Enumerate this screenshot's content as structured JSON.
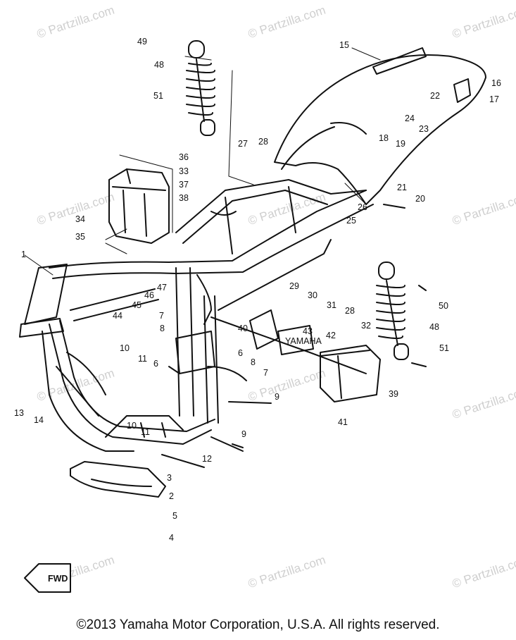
{
  "watermark": "© Partzilla.com",
  "copyright": "©2013  Yamaha Motor Corporation, U.S.A. All rights reserved.",
  "fwd_label": "FWD",
  "decal_text": "YAMAHA",
  "callouts": [
    "1",
    "2",
    "3",
    "4",
    "5",
    "6",
    "6",
    "7",
    "7",
    "8",
    "8",
    "9",
    "9",
    "10",
    "10",
    "11",
    "11",
    "12",
    "13",
    "14",
    "15",
    "16",
    "17",
    "18",
    "19",
    "20",
    "21",
    "22",
    "23",
    "24",
    "25",
    "26",
    "27",
    "28",
    "28",
    "29",
    "30",
    "31",
    "32",
    "33",
    "34",
    "35",
    "36",
    "37",
    "38",
    "39",
    "40",
    "41",
    "42",
    "43",
    "44",
    "45",
    "46",
    "47",
    "48",
    "48",
    "49",
    "50",
    "51",
    "51"
  ]
}
